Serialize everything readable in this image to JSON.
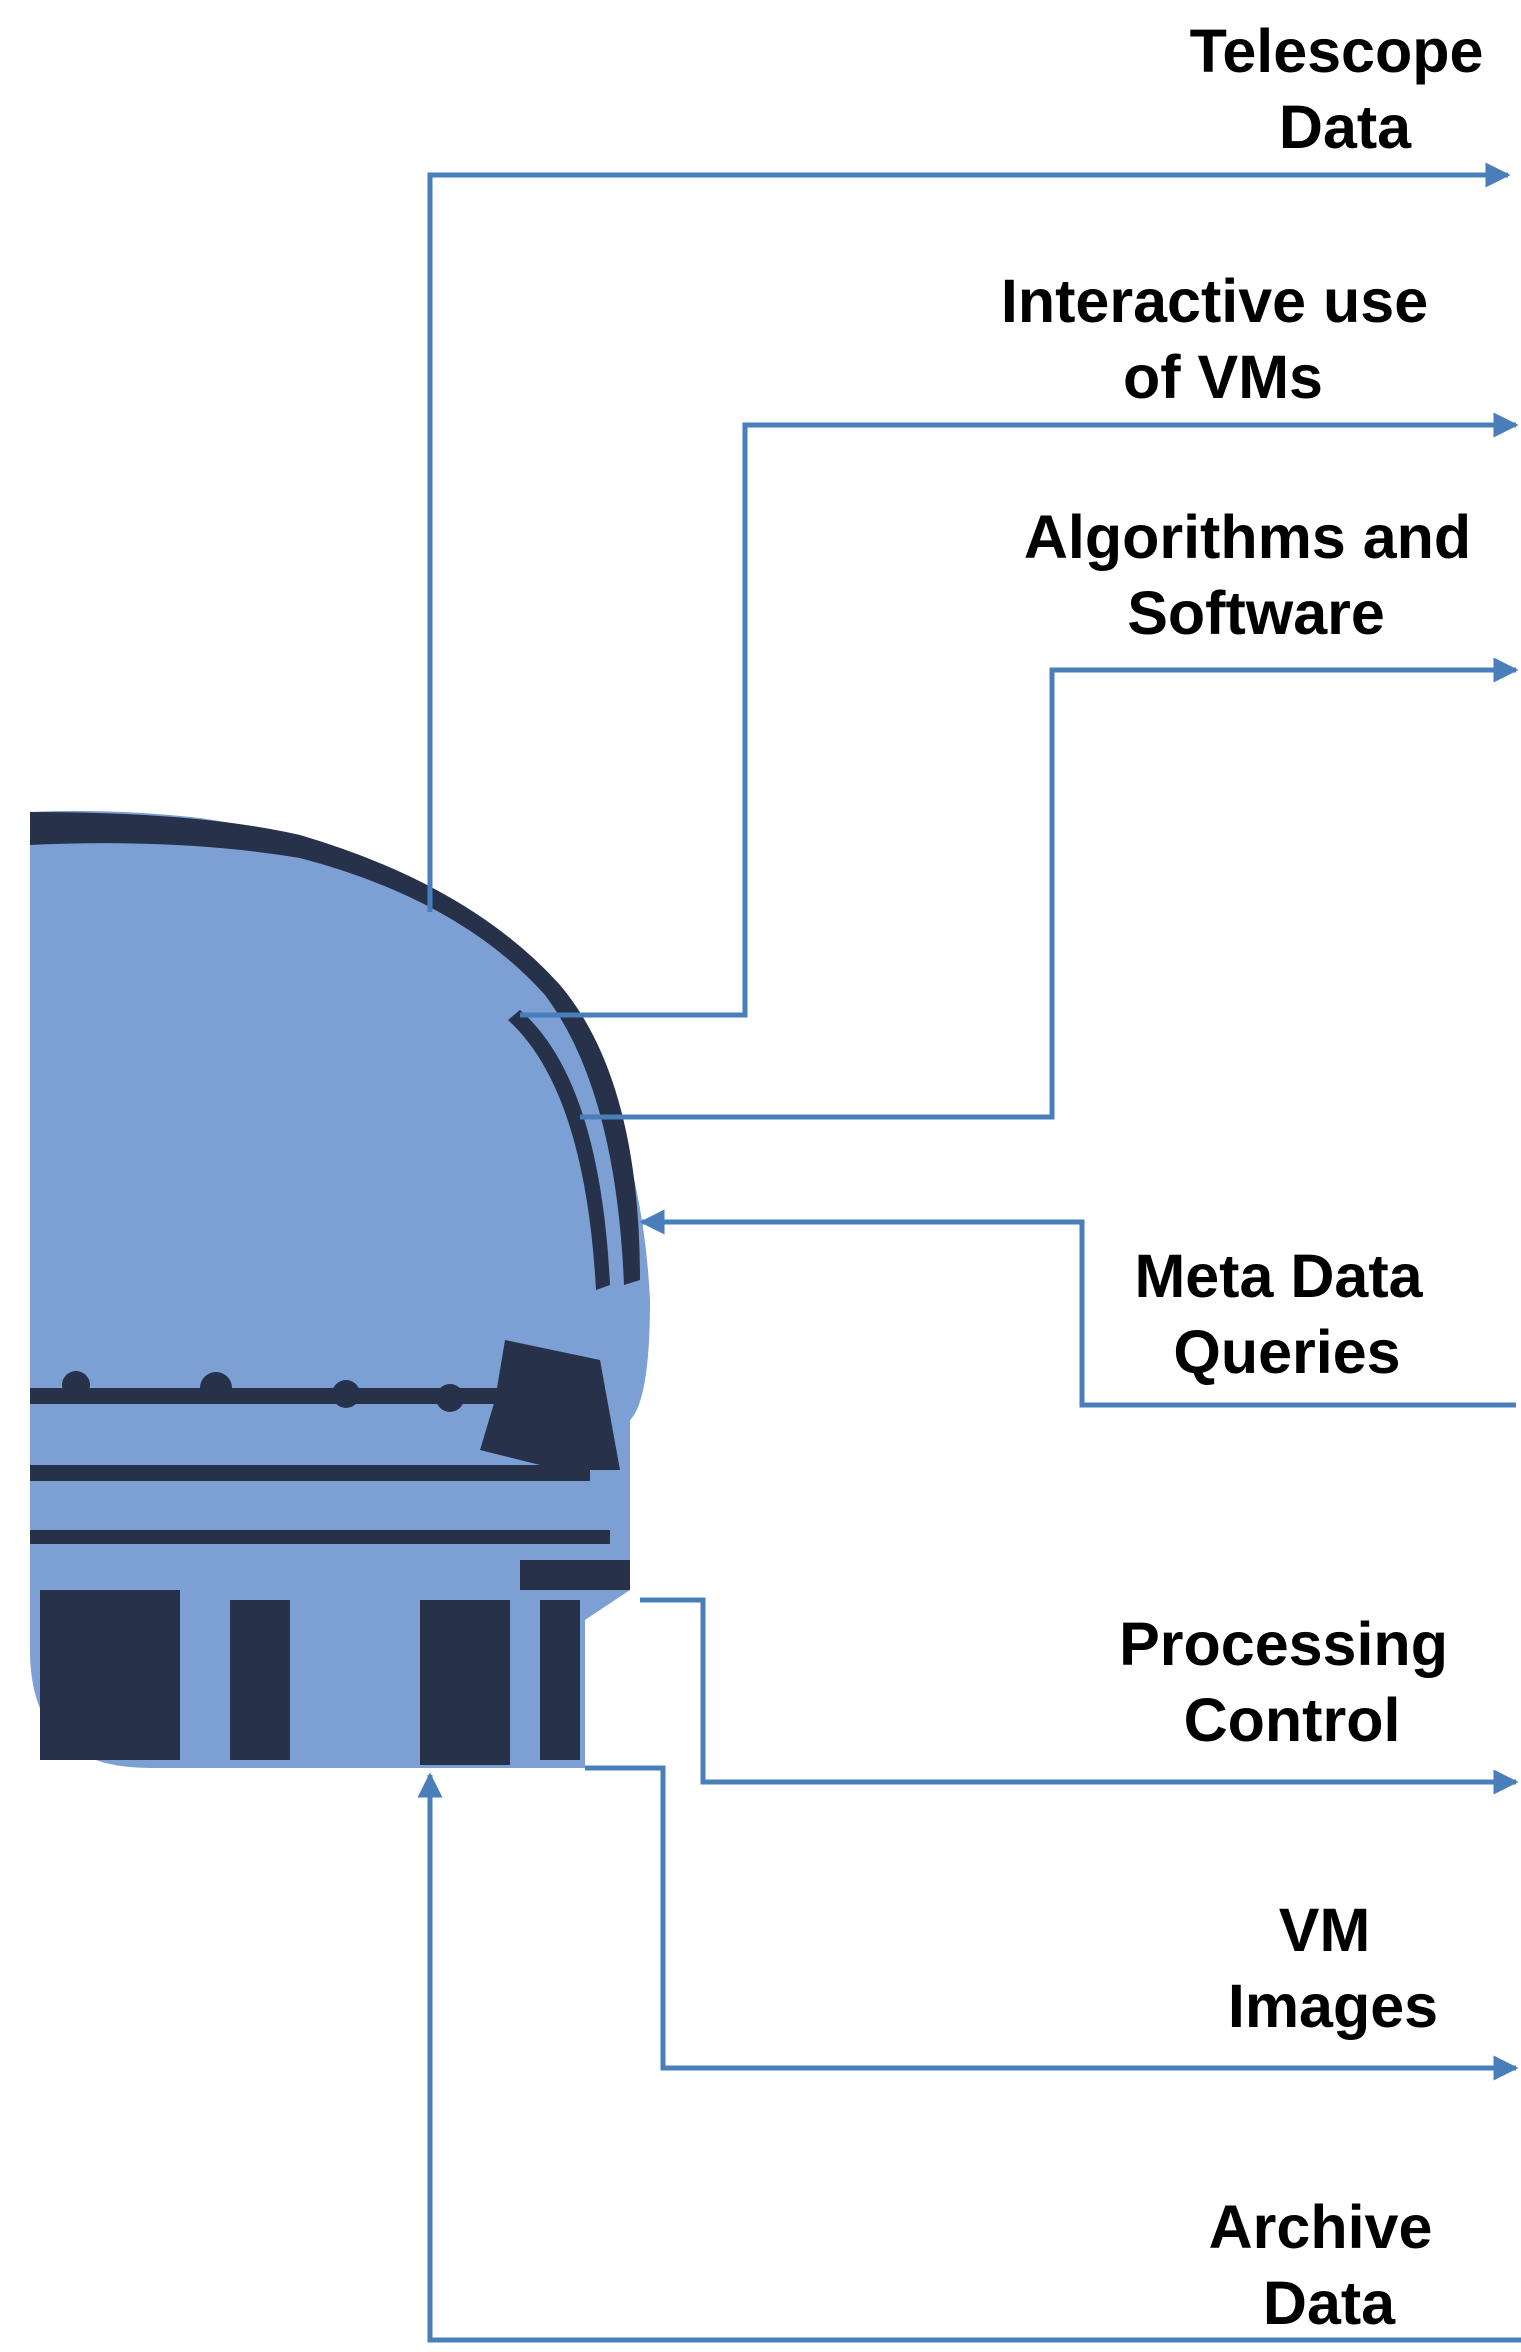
{
  "colors": {
    "connector": "#4a7ebb",
    "dome_fill": "#7c9fd4",
    "dome_dark": "#27324a",
    "text": "#000000"
  },
  "icon": "observatory-dome-icon",
  "labels": {
    "telescope_data": [
      "Telescope",
      "Data"
    ],
    "interactive_vms": [
      "Interactive use",
      "of VMs"
    ],
    "algorithms_software": [
      "Algorithms and",
      "Software"
    ],
    "meta_data_queries": [
      "Meta Data",
      "Queries"
    ],
    "processing_control": [
      "Processing",
      "Control"
    ],
    "vm_images": [
      "VM",
      "Images"
    ],
    "archive_data": [
      "Archive",
      "Data"
    ]
  },
  "flows": [
    {
      "label": "telescope_data",
      "direction": "outgoing"
    },
    {
      "label": "interactive_vms",
      "direction": "outgoing"
    },
    {
      "label": "algorithms_software",
      "direction": "outgoing"
    },
    {
      "label": "meta_data_queries",
      "direction": "incoming"
    },
    {
      "label": "processing_control",
      "direction": "outgoing"
    },
    {
      "label": "vm_images",
      "direction": "outgoing"
    },
    {
      "label": "archive_data",
      "direction": "incoming"
    }
  ]
}
